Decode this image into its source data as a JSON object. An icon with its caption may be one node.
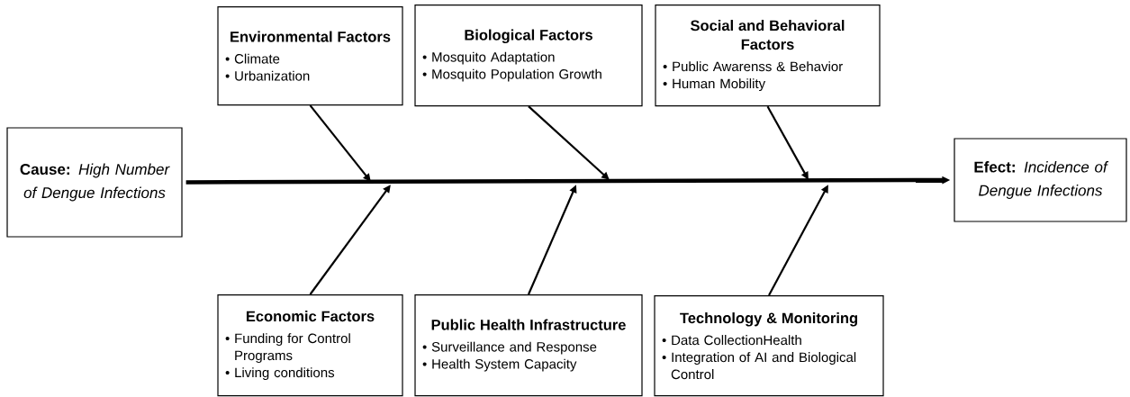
{
  "diagram": {
    "nodes": [
      {
        "text": [
          "Environmental Factors",
          "• Climate",
          "• Urbanization"
        ]
      },
      {
        "text": [
          "Biological Factors",
          "• Mosquito Adaptation",
          "• Mosquito Population Growth"
        ]
      },
      {
        "text": [
          "Social and Behavioral Factors",
          "• Public Awarenss & Behavior",
          "• Human Mobility"
        ]
      },
      {
        "text": [
          "**Cause:** *High Number of Dengue Infections*"
        ]
      },
      {
        "text": [
          "**Efect:** *Incidence of Dengue Infections*"
        ]
      },
      {
        "text": [
          "Economic Factors",
          "• Funding for Control Programs",
          "• Living conditions"
        ]
      },
      {
        "text": [
          "Public Health Infrastructure",
          "• Surveillance and Response",
          "• Health System Capacity"
        ]
      },
      {
        "text": [
          "Technology & Monitoring",
          "• Data CollectionHealth",
          "• Integration of AI and Biological Control"
        ]
      }
    ],
    "edges": [
      {
        "from": 3,
        "to": 4,
        "arrow": "to",
        "style": "thick"
      },
      {
        "from": 0,
        "to": null,
        "arrow": "to"
      },
      {
        "from": 1,
        "to": null,
        "arrow": "to"
      },
      {
        "from": 2,
        "to": null,
        "arrow": "to"
      },
      {
        "from": 5,
        "to": null,
        "arrow": "to"
      },
      {
        "from": 6,
        "to": null,
        "arrow": "to"
      },
      {
        "from": 7,
        "to": null,
        "arrow": "to"
      }
    ]
  }
}
